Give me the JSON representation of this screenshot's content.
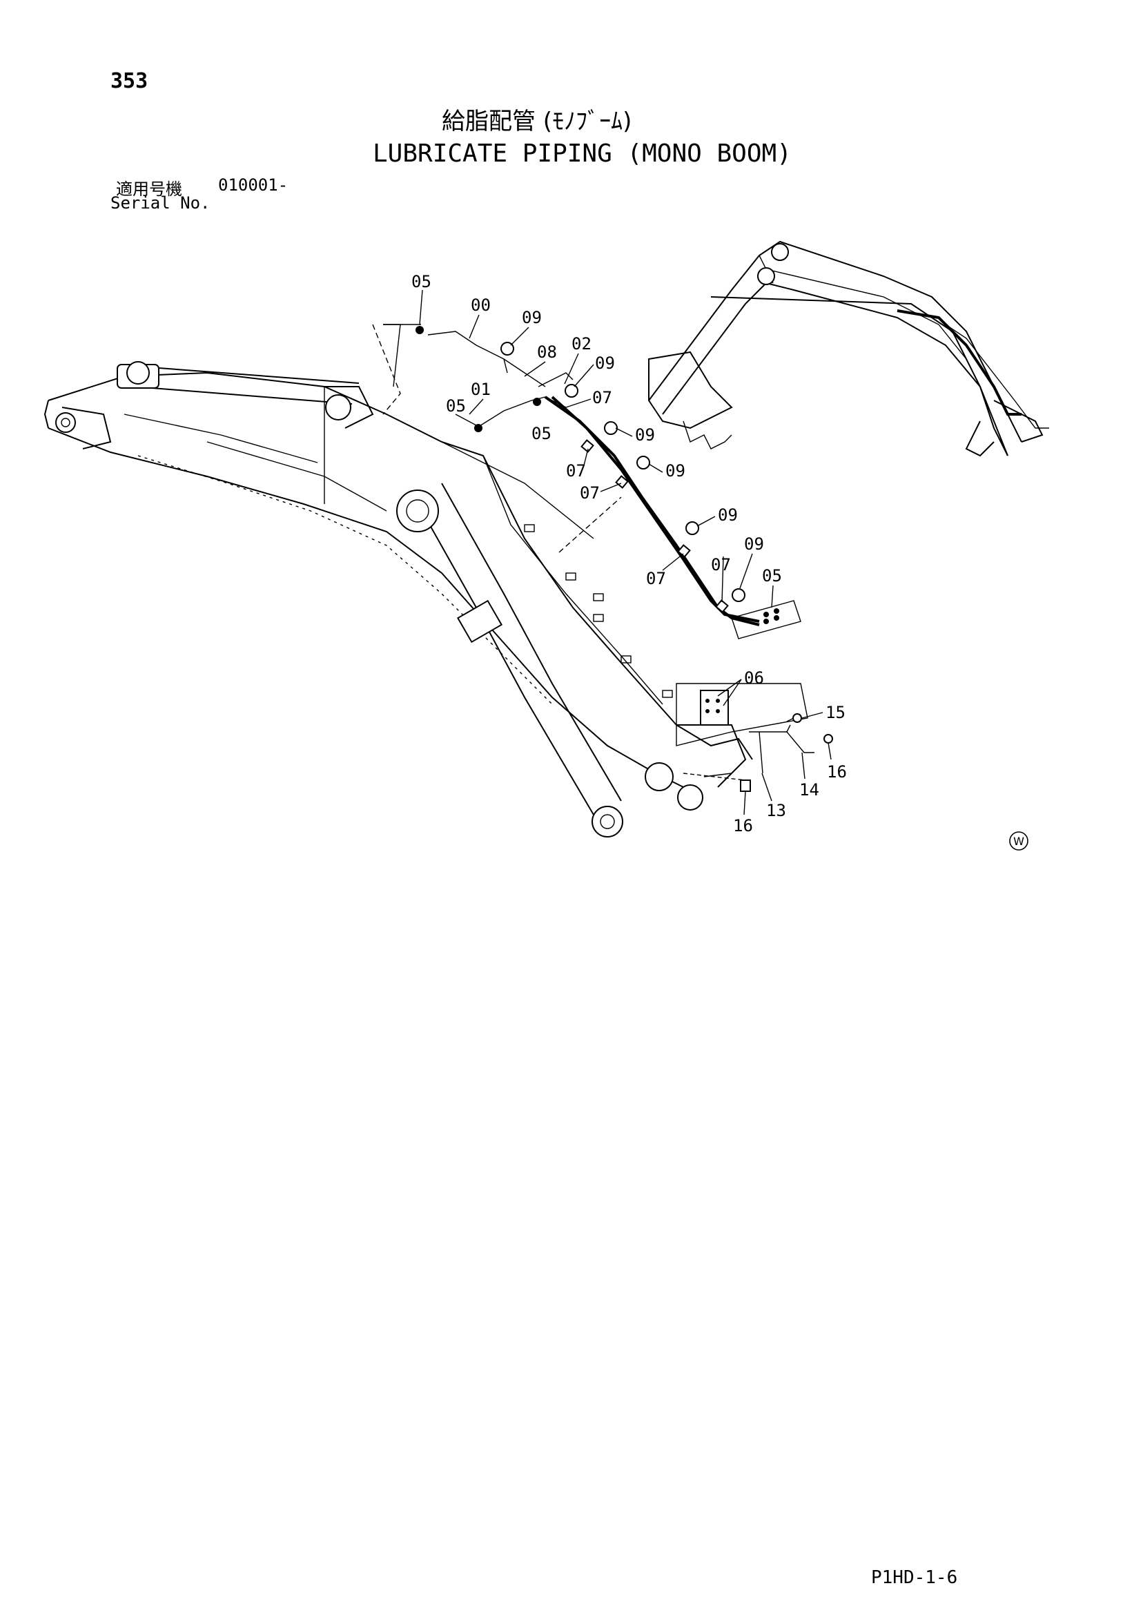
{
  "page_number": "353",
  "title_ja": "給脂配管 (ﾓﾉﾌﾞｰﾑ)",
  "title_en": "LUBRICATE PIPING (MONO BOOM)",
  "serial": {
    "label_ja": "適用号機",
    "value": "010001-",
    "label_en": "Serial No."
  },
  "callouts": [
    "05",
    "00",
    "09",
    "08",
    "02",
    "09",
    "01",
    "07",
    "05",
    "05",
    "09",
    "07",
    "09",
    "07",
    "09",
    "07",
    "07",
    "09",
    "05",
    "06",
    "15",
    "16",
    "14",
    "13",
    "16"
  ],
  "watermark": "W",
  "doc_code": "P1HD-1-6"
}
